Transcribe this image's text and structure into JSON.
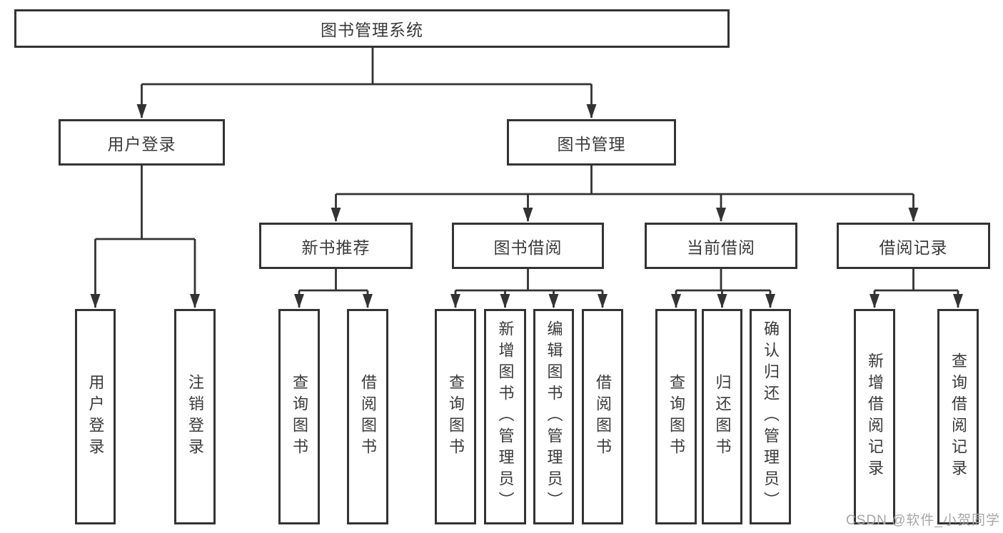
{
  "diagram": {
    "type": "hierarchy-tree",
    "colors": {
      "background": "#ffffff",
      "line": "#333333",
      "box_border": "#333333",
      "text": "#3a3a3a",
      "watermark": "#a6a6a6"
    },
    "nodes": {
      "root": {
        "label": "图书管理系统"
      },
      "user_login": {
        "label": "用户登录"
      },
      "book_mgmt": {
        "label": "图书管理"
      },
      "new_book_rec": {
        "label": "新书推荐"
      },
      "book_borrow": {
        "label": "图书借阅"
      },
      "current_borrow": {
        "label": "当前借阅"
      },
      "borrow_record": {
        "label": "借阅记录"
      },
      "leaf_user_login": {
        "label": "用户登录"
      },
      "leaf_logout": {
        "label": "注销登录"
      },
      "leaf_rec_query_book": {
        "label": "查询图书"
      },
      "leaf_rec_borrow_book": {
        "label": "借阅图书"
      },
      "leaf_bb_query_book": {
        "label": "查询图书"
      },
      "leaf_bb_add_book": {
        "label": "新增图书（管理员）"
      },
      "leaf_bb_edit_book": {
        "label": "编辑图书（管理员）"
      },
      "leaf_bb_borrow_book": {
        "label": "借阅图书"
      },
      "leaf_cb_query_book": {
        "label": "查询图书"
      },
      "leaf_cb_return_book": {
        "label": "归还图书"
      },
      "leaf_cb_confirm_return": {
        "label": "确认归还（管理员）"
      },
      "leaf_br_add_record": {
        "label": "新增借阅记录"
      },
      "leaf_br_query_record": {
        "label": "查询借阅记录"
      }
    },
    "edges": [
      [
        "root",
        "user_login"
      ],
      [
        "root",
        "book_mgmt"
      ],
      [
        "user_login",
        "leaf_user_login"
      ],
      [
        "user_login",
        "leaf_logout"
      ],
      [
        "book_mgmt",
        "new_book_rec"
      ],
      [
        "book_mgmt",
        "book_borrow"
      ],
      [
        "book_mgmt",
        "current_borrow"
      ],
      [
        "book_mgmt",
        "borrow_record"
      ],
      [
        "new_book_rec",
        "leaf_rec_query_book"
      ],
      [
        "new_book_rec",
        "leaf_rec_borrow_book"
      ],
      [
        "book_borrow",
        "leaf_bb_query_book"
      ],
      [
        "book_borrow",
        "leaf_bb_add_book"
      ],
      [
        "book_borrow",
        "leaf_bb_edit_book"
      ],
      [
        "book_borrow",
        "leaf_bb_borrow_book"
      ],
      [
        "current_borrow",
        "leaf_cb_query_book"
      ],
      [
        "current_borrow",
        "leaf_cb_return_book"
      ],
      [
        "current_borrow",
        "leaf_cb_confirm_return"
      ],
      [
        "borrow_record",
        "leaf_br_add_record"
      ],
      [
        "borrow_record",
        "leaf_br_query_record"
      ]
    ]
  },
  "watermark": {
    "text": "CSDN @软件_小贺同学"
  }
}
